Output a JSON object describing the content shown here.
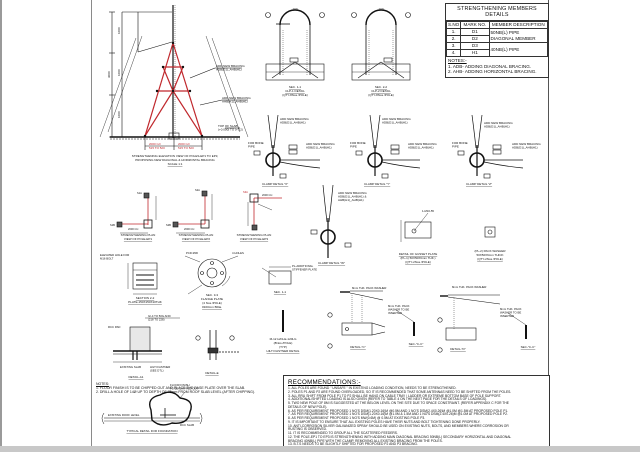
{
  "members_table": {
    "title": "STRENGTHENING MEMBERS DETAILS",
    "columns": [
      "S.NO",
      "MARK NO.",
      "MEMBER DESCRIPTION"
    ],
    "rows": [
      {
        "sno": "1.",
        "mark": "D1",
        "desc": "50NB(L) PIPE"
      },
      {
        "sno": "2.",
        "mark": "D2",
        "desc": "DIAGONAL MEMBER"
      },
      {
        "sno": "3.",
        "mark": "D3",
        "desc": ""
      },
      {
        "sno": "4.",
        "mark": "H1",
        "desc": "40NB(L) PIPE"
      }
    ],
    "notes_heading": "NOTES:-",
    "notes": [
      "1. ADB- ADDING DIAGONAL BRACING.",
      "2. AHB- ADDING HORIZONTAL BRACING."
    ]
  },
  "recommendations": {
    "heading": "RECOMMENDATIONS:-",
    "items": [
      "1. ALL POLES ARE FOUND \" UNSAFE \" IN EXISTING LOADING CONDITION, NEEDS TO BE STRENGTHENED.",
      "2. POLES P1 AND P2 ARE FOUND OVERLOADED, SO IT IS RECOMMENDED THAT SOME ANTENNAS NEED TO BE SHIFTED FROM THE POLES.",
      "3. ALL RRU SHIFT FROM POLE P1 TO P2 SHALL BE HANG ON CABLE TRAY / LADDER OR EXTREME BOTTOM BASE OF POLE SUPPORT.",
      "4. ADDITIONAL/SHIFTED LOADING IS ALSO GIVEN (REFER TO TABLE 4 ON THE NEXT PAGE FOR THE DETAILS OF LOADINGS).",
      "5. TWO NEW POLE OF 8M IS SUGGESTED AT THE BELOW LEVEL ON THE SITE DUE TO SPACE CONSTRAINT. (REFER APPENDIX C FOR THE",
      "   DETAILS OF NEW POLE).",
      "6. AS PER REQUIREMENT PROPOSED 1 NO'S DSM(1.20X0.16)M @0.5M AND 1 NO'S DSM(2.4X0.26)M @1.0M @1.5M AT PROPOSED POLE P1.",
      "7. AS PER REQUIREMENT PROPOSED 1 NO'S DSM(1.20X0.16)M @1.0M & 1.5M AND 1 NO'S DSM(2.4X0.26)M @1.0M AT PROPOSED POLE P2.",
      "8. AS PER REQUIREMENT PROPOSED 1 NO'S MW(0.6M) @ 0.5M AT EXISTING POLE P3.",
      "9. IT IS IMPORTANT TO ENSURE THAT ALL EXISTING POLES HAVE THEIR NUTS AND BOLT TIGHTENING DONE PROPERLY.",
      "10. ANTI-CORROSION SILVER GALVANIZED SPRAY SHOULD BE USED ON EXISTING NUTS, BOLTS, AND MEMBERS WHERE CORROSION OR",
      "   RUSTING IS OBSERVED.",
      "11. IT IS RECOMMENDED TO GROUP ALL THE SCATTERED FEEDERS.",
      "12. THE POLE-EP1 TO EP3 IS STRENGTHENING WITH ADDING MAIN DIAGONAL BRACING 50NB(L) SECONDARY HORIZONTAL AND DIAGONAL",
      "   BRACING 40NB(L) PIPE WITH THE CLAMP, REMOVING ALL EXISTING BRACING FROM THE POLES.",
      "13. B.T.S NEEDS TO BE SLIGHTLY SHIFTED FOR PROPOSED P2 AND P3 BRACING."
    ]
  },
  "elevation": {
    "caption_lines": [
      "STRENGTHENING ELEVATION VIEW OF POLES-EP1 TO EP3,",
      "PROPOSING NEW DIAGONAL & HORIZONTAL BRACING",
      "SCALE 1:1"
    ],
    "label_add_bracing_1": "ADD NEW BRACING",
    "label_add_bracing_1b": "ADB(D1)_AHB(H1)",
    "label_add_bracing_2": "ADD NEW BRACING",
    "label_add_bracing_2b": "AHB(H1)_AHB(H1)",
    "label_top_slab": "TOP OF SLAB",
    "label_top_slab_b": "(+0.000) TO (+3.2)",
    "dim_total": "3000",
    "dim_seg": "1000",
    "dim_base_left": "2000 C/c",
    "dim_base_right": "2000 C/c",
    "base_note": "515 TO 520",
    "pipe_label": "GI 50NB(L) PIPE",
    "accent_color": "#c0282d"
  },
  "sections": {
    "sec_1_1": {
      "title": "SEC. 1-1",
      "sub1": "CLP-1 DETAIL",
      "sub2": "(QTY-8Nos./POLE)",
      "dim": "100"
    },
    "sec_2_2": {
      "title": "SEC. 2-2",
      "sub1": "CLP-2 DETAIL",
      "sub2": "(QTY-8Nos./POLE)",
      "dim": "100"
    }
  },
  "clamp_details": {
    "x": {
      "caption": "CLAMP DETAIL \"X\"",
      "label_add": "ADD NEW BRACING",
      "label_add_b": "ADB(D1)_AHB(H1)",
      "label_for": "FOR BONE",
      "label_pipe": "PIPE"
    },
    "y": {
      "caption": "CLAMP DETAIL \"Y\"",
      "label_add": "ADD NEW BRACING",
      "label_add_b": "ADB(D1)_AHB(H1)",
      "label_for": "FOR BONE",
      "label_pipe": "PIPE"
    },
    "z": {
      "caption": "CLAMP DETAIL \"Z\"",
      "label_add": "ADD NEW BRACING",
      "label_add_b": "ADB(D1)_AHB(H1)",
      "label_for": "FOR BONE",
      "label_pipe": "PIPE"
    },
    "w": {
      "caption": "CLAMP DETAIL \"W\"",
      "label_add": "ADD NEW BRACING",
      "label_add_b": "ADB(D1)_AHB(H1) &",
      "label_add_c": "AHB(H1)_AHB(H1)"
    }
  },
  "plan_views": [
    {
      "caption": "STRENGTHENING PLAN",
      "caption2": "VIEW OF POLE-EP1",
      "dim_a": "2000 C/c",
      "dim_b": "2000 C/c",
      "tag_a": "S1A",
      "tag_b": "S1B"
    },
    {
      "caption": "STRENGTHENING PLAN",
      "caption2": "VIEW OF POLE-EP2",
      "dim_a": "2000 C/c",
      "dim_b": "2000 C/c",
      "tag_a": "S2A",
      "tag_b": "S2B"
    },
    {
      "caption": "STRENGTHENING PLAN",
      "caption2": "VIEW OF POLE-EP3",
      "dim_a": "2000 C/c",
      "dim_b": "2000 C/c",
      "tag_a": "S3A",
      "tag_b": "S3B"
    }
  ],
  "gusset": {
    "caption": "DETAIL OF GUSSET PLATE",
    "caption2": "(PL-1) 50X50X6mm THK.)",
    "caption3": "(QTY-2Nos./POLE)",
    "label": "1-M16-55",
    "dims": [
      "45",
      "35"
    ]
  },
  "pack_washer": {
    "caption": "(PL-2) PACK WASHER",
    "caption2": "50X50X6mm THICK",
    "caption3": "(QTY-2Nos./POLE)"
  },
  "section_2_2_plate": {
    "caption": "SECTION 2-2",
    "caption2": "PLATE-150X150X10THK",
    "label": "ELEVATED HOLE FOR",
    "label2": "M16 BOLT",
    "dim": "150"
  },
  "flange_plate": {
    "caption": "SEC. 3-3",
    "caption2": "FLANGE PLATE",
    "caption3": "(4 Nos./POLE)",
    "caption4": "#160mm BDia.",
    "label_a": "PCD Ø30",
    "label_b": "4 HOLES",
    "label_c": "Ø16"
  },
  "sec_1_1_small": {
    "caption": "SEC. 1-1",
    "label": "PL-ADDITIONAL",
    "label2": "STIFFENER PLATE",
    "dims": [
      "100",
      "50",
      "50"
    ]
  },
  "anchor_bolt": {
    "caption": "M-12 HAS-E-120LG",
    "caption2": "(8Nos./POLE)",
    "caption3": "(TYP)",
    "caption4": "HILTI FASTNER DETAIL"
  },
  "detail_a1": {
    "caption": "DETAIL-A1",
    "label_grout": "GI-4 TO 50G AND",
    "label_grout2": "(218 TO 228)",
    "label_pad": "RCC PAD",
    "label_slab": "EXISTING SLAB",
    "label_hilti": "HILTI FASTNER",
    "label_hilti2": "(SEE DTL)",
    "dim": "300"
  },
  "detail_e": {
    "caption": "DETAIL-E"
  },
  "detail_c": {
    "caption": "DETAIL-\"C\"",
    "label_washer": "8mm THK. PACK WASHER",
    "dims": [
      "75",
      "75",
      "110"
    ]
  },
  "sec_c_c": [
    {
      "caption": "SEC-\"C-C\"",
      "label": "8mm THK. PACK",
      "label2": "WASHER TO BE",
      "label3": "INSERTED",
      "dim": "8mm"
    },
    {
      "caption": "SEC-\"C-C\"",
      "label": "8mm THK. PACK",
      "label2": "WASHER TO BE",
      "label3": "INSERTED",
      "dim": "8mm"
    }
  ],
  "detail_d": {
    "caption": "DETAIL-\"D\"",
    "label_washer": "8mm THK. PACK WASHER"
  },
  "foundation": {
    "notes_heading": "NOTES:",
    "notes": [
      "1. FLOOR FINISH IS TO BE CHIPPED OUT AND PLACE THE BASE PLATE OVER THE SLAB.",
      "2. DRILL A HOLE OF 14Ø UP TO DEPTH OF 75mm FROM ROOF SLAB LEVEL (AFTER CHIPPING)."
    ],
    "label_finish": "FLOOR FINISH",
    "label_finish2": "TO BE CHIPPED OUT",
    "label_roof": "EXISTING ROOF LEVEL",
    "label_slab": "RCC SLAB",
    "caption": "TYPICAL DETAIL FOR FOUNDATION"
  }
}
